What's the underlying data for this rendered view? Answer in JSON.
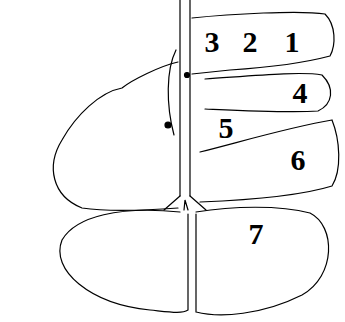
{
  "diagram": {
    "labels": [
      "3",
      "2",
      "1",
      "4",
      "5",
      "6",
      "7"
    ]
  }
}
